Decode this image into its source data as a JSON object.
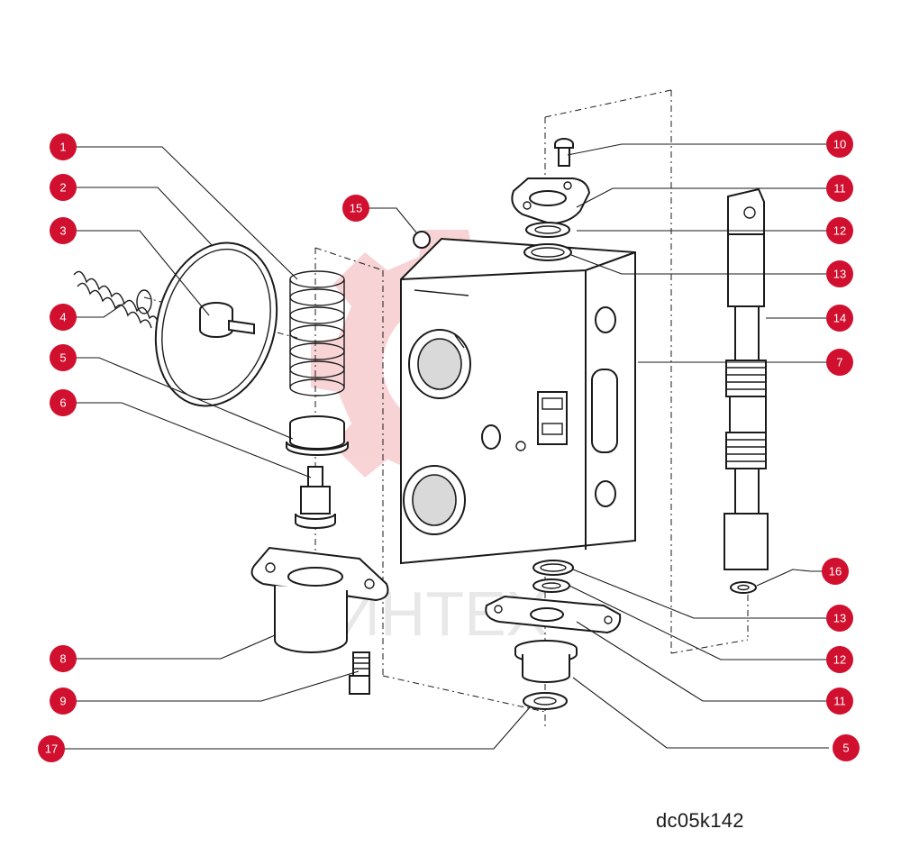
{
  "diagram": {
    "caption": "dc05k142",
    "watermark_text": "ИНТЕХ",
    "callout_color": "#d0102e",
    "callouts": [
      {
        "id": "c1",
        "label": "1"
      },
      {
        "id": "c2",
        "label": "2"
      },
      {
        "id": "c3",
        "label": "3"
      },
      {
        "id": "c4",
        "label": "4"
      },
      {
        "id": "c5a",
        "label": "5"
      },
      {
        "id": "c6",
        "label": "6"
      },
      {
        "id": "c8",
        "label": "8"
      },
      {
        "id": "c9",
        "label": "9"
      },
      {
        "id": "c17",
        "label": "17"
      },
      {
        "id": "c15",
        "label": "15"
      },
      {
        "id": "c10",
        "label": "10"
      },
      {
        "id": "c11a",
        "label": "11"
      },
      {
        "id": "c12a",
        "label": "12"
      },
      {
        "id": "c13a",
        "label": "13"
      },
      {
        "id": "c14",
        "label": "14"
      },
      {
        "id": "c7",
        "label": "7"
      },
      {
        "id": "c16",
        "label": "16"
      },
      {
        "id": "c13b",
        "label": "13"
      },
      {
        "id": "c12b",
        "label": "12"
      },
      {
        "id": "c11b",
        "label": "11"
      },
      {
        "id": "c5b",
        "label": "5"
      }
    ]
  }
}
